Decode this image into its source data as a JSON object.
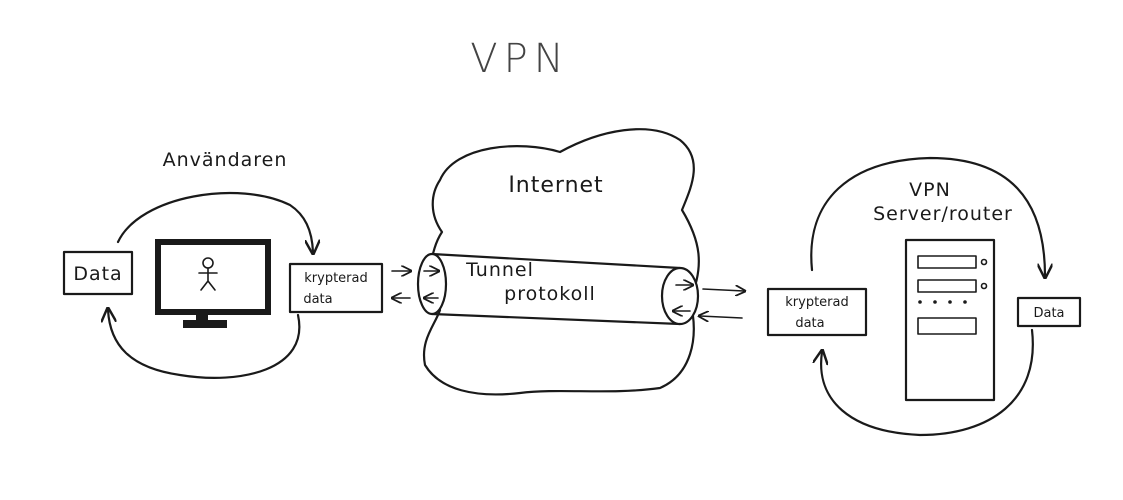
{
  "title": "VPN",
  "user": {
    "heading": "Användaren",
    "data_label": "Data",
    "encrypted_line1": "krypterad",
    "encrypted_line2": "data"
  },
  "internet": {
    "label": "Internet",
    "tunnel_line1": "Tunnel",
    "tunnel_line2": "protokoll"
  },
  "server": {
    "heading_line1": "VPN",
    "heading_line2": "Server/router",
    "encrypted_line1": "krypterad",
    "encrypted_line2": "data",
    "data_label": "Data"
  }
}
